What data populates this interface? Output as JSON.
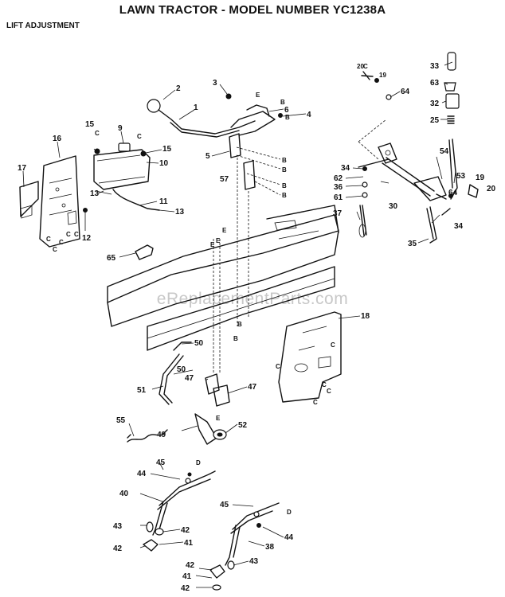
{
  "header": {
    "title": "LAWN TRACTOR - MODEL NUMBER YC1238A",
    "section": "LIFT ADJUSTMENT"
  },
  "watermark": "eReplacementParts.com",
  "callouts": [
    {
      "id": "c1",
      "text": "1"
    },
    {
      "id": "c2",
      "text": "2"
    },
    {
      "id": "c3",
      "text": "3"
    },
    {
      "id": "c4",
      "text": "4"
    },
    {
      "id": "c5",
      "text": "5"
    },
    {
      "id": "c6",
      "text": "6"
    },
    {
      "id": "c9",
      "text": "9"
    },
    {
      "id": "c10",
      "text": "10"
    },
    {
      "id": "c11",
      "text": "11"
    },
    {
      "id": "c12",
      "text": "12"
    },
    {
      "id": "c13a",
      "text": "13"
    },
    {
      "id": "c13b",
      "text": "13"
    },
    {
      "id": "c15a",
      "text": "15"
    },
    {
      "id": "c15b",
      "text": "15"
    },
    {
      "id": "c16",
      "text": "16"
    },
    {
      "id": "c17",
      "text": "17"
    },
    {
      "id": "c18",
      "text": "18"
    },
    {
      "id": "c19a",
      "text": "19"
    },
    {
      "id": "c19b",
      "text": "19"
    },
    {
      "id": "c20a",
      "text": "20"
    },
    {
      "id": "c20b",
      "text": "20"
    },
    {
      "id": "c25",
      "text": "25"
    },
    {
      "id": "c30",
      "text": "30"
    },
    {
      "id": "c32",
      "text": "32"
    },
    {
      "id": "c33",
      "text": "33"
    },
    {
      "id": "c34a",
      "text": "34"
    },
    {
      "id": "c34b",
      "text": "34"
    },
    {
      "id": "c35",
      "text": "35"
    },
    {
      "id": "c36",
      "text": "36"
    },
    {
      "id": "c37",
      "text": "37"
    },
    {
      "id": "c38",
      "text": "38"
    },
    {
      "id": "c40",
      "text": "40"
    },
    {
      "id": "c41a",
      "text": "41"
    },
    {
      "id": "c41b",
      "text": "41"
    },
    {
      "id": "c42a",
      "text": "42"
    },
    {
      "id": "c42b",
      "text": "42"
    },
    {
      "id": "c42c",
      "text": "42"
    },
    {
      "id": "c42d",
      "text": "42"
    },
    {
      "id": "c43a",
      "text": "43"
    },
    {
      "id": "c43b",
      "text": "43"
    },
    {
      "id": "c44a",
      "text": "44"
    },
    {
      "id": "c44b",
      "text": "44"
    },
    {
      "id": "c45a",
      "text": "45"
    },
    {
      "id": "c45b",
      "text": "45"
    },
    {
      "id": "c47a",
      "text": "47"
    },
    {
      "id": "c47b",
      "text": "47"
    },
    {
      "id": "c49",
      "text": "49"
    },
    {
      "id": "c50a",
      "text": "50"
    },
    {
      "id": "c50b",
      "text": "50"
    },
    {
      "id": "c51",
      "text": "51"
    },
    {
      "id": "c52",
      "text": "52"
    },
    {
      "id": "c53",
      "text": "53"
    },
    {
      "id": "c54",
      "text": "54"
    },
    {
      "id": "c55",
      "text": "55"
    },
    {
      "id": "c57",
      "text": "57"
    },
    {
      "id": "c61",
      "text": "61"
    },
    {
      "id": "c62",
      "text": "62"
    },
    {
      "id": "c63",
      "text": "63"
    },
    {
      "id": "c64a",
      "text": "64"
    },
    {
      "id": "c64b",
      "text": "64"
    },
    {
      "id": "c65",
      "text": "65"
    }
  ],
  "letters": {
    "B": "B",
    "C": "C",
    "D": "D",
    "E": "E"
  }
}
